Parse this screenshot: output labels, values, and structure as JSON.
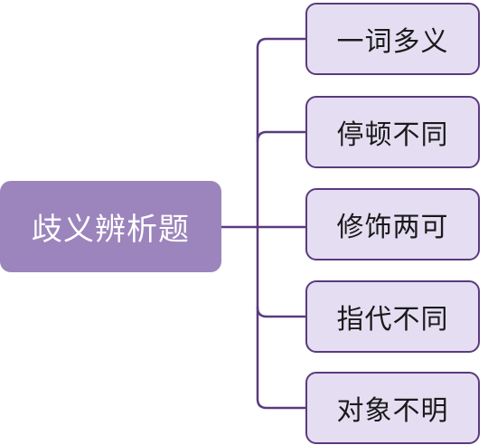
{
  "diagram": {
    "root": {
      "label": "歧义辨析题"
    },
    "children": [
      {
        "label": "一词多义"
      },
      {
        "label": "停顿不同"
      },
      {
        "label": "修饰两可"
      },
      {
        "label": "指代不同"
      },
      {
        "label": "对象不明"
      }
    ]
  },
  "colors": {
    "root_fill": "#9c84bc",
    "child_fill": "#e5def2",
    "child_border": "#5a3a7e",
    "connector": "#5a3a7e"
  }
}
